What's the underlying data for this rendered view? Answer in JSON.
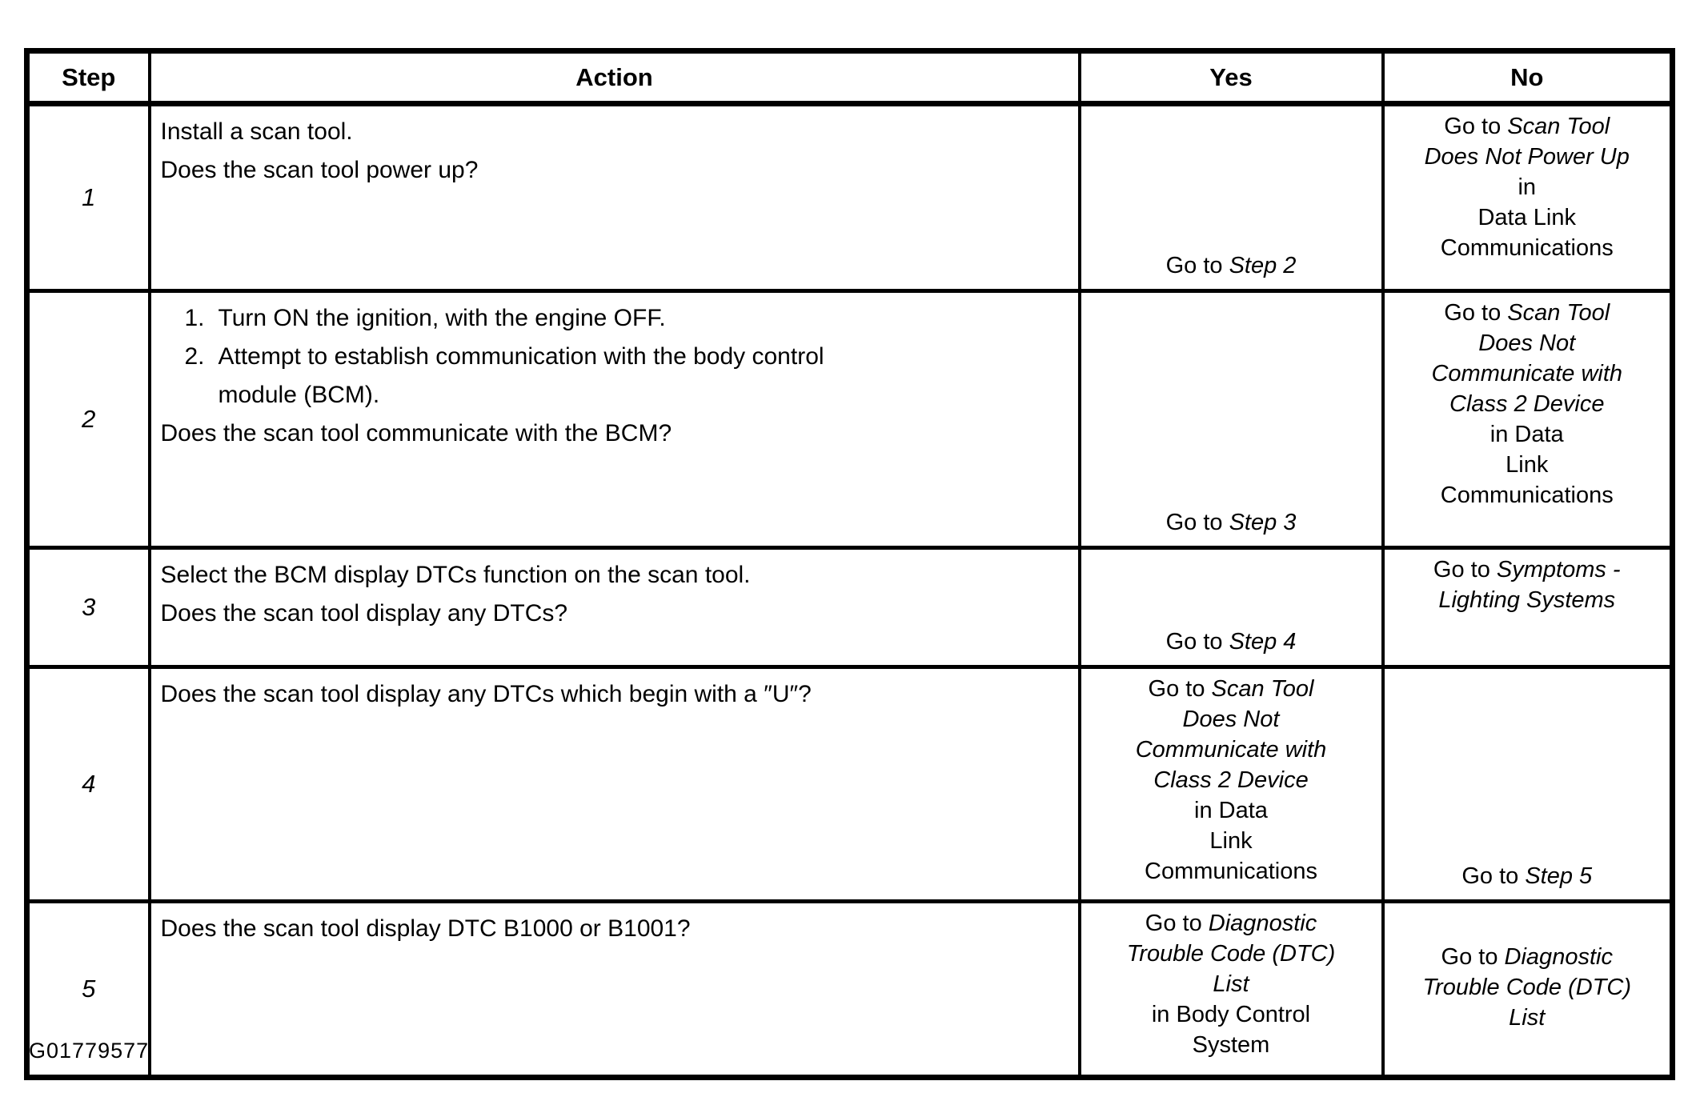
{
  "page": {
    "figure_id": "G01779577"
  },
  "table": {
    "headers": {
      "step": "Step",
      "action": "Action",
      "yes": "Yes",
      "no": "No"
    },
    "rows": [
      {
        "step": "1",
        "action": [
          "Install a scan tool.",
          "Does the scan tool power up?"
        ],
        "yes": [
          {
            "t": "Go to ",
            "i": false
          },
          {
            "t": "Step 2",
            "i": true
          }
        ],
        "no": [
          {
            "t": "Go to ",
            "i": false
          },
          {
            "t": "Scan Tool",
            "i": true,
            "br": true
          },
          {
            "t": "Does Not Power Up",
            "i": true,
            "br": true
          },
          {
            "t": "in",
            "i": false,
            "br": true
          },
          {
            "t": "Data Link",
            "i": false,
            "br": true
          },
          {
            "t": "Communications",
            "i": false
          }
        ]
      },
      {
        "step": "2",
        "action_list": [
          {
            "num": "1.",
            "text": "Turn ON the ignition, with the engine OFF."
          },
          {
            "num": "2.",
            "text": "Attempt to establish communication with the body control module (BCM)."
          }
        ],
        "action": [
          "Does the scan tool communicate with the BCM?"
        ],
        "yes": [
          {
            "t": "Go to ",
            "i": false
          },
          {
            "t": "Step 3",
            "i": true
          }
        ],
        "no": [
          {
            "t": "Go to ",
            "i": false
          },
          {
            "t": "Scan Tool",
            "i": true,
            "br": true
          },
          {
            "t": "Does Not",
            "i": true,
            "br": true
          },
          {
            "t": "Communicate with",
            "i": true,
            "br": true
          },
          {
            "t": "Class 2 Device",
            "i": true,
            "br": true
          },
          {
            "t": "in Data",
            "i": false,
            "br": true
          },
          {
            "t": "Link",
            "i": false,
            "br": true
          },
          {
            "t": "Communications",
            "i": false
          }
        ]
      },
      {
        "step": "3",
        "action": [
          "Select the BCM display DTCs function on the scan tool.",
          "Does the scan tool display any DTCs?"
        ],
        "yes": [
          {
            "t": "Go to ",
            "i": false
          },
          {
            "t": "Step 4",
            "i": true
          }
        ],
        "no": [
          {
            "t": "Go to ",
            "i": false
          },
          {
            "t": "Symptoms -",
            "i": true,
            "br": true
          },
          {
            "t": "Lighting Systems",
            "i": true
          }
        ]
      },
      {
        "step": "4",
        "action": [
          "Does the scan tool display any DTCs which begin with a ″U″?"
        ],
        "yes": [
          {
            "t": "Go to ",
            "i": false
          },
          {
            "t": "Scan Tool",
            "i": true,
            "br": true
          },
          {
            "t": "Does Not",
            "i": true,
            "br": true
          },
          {
            "t": "Communicate with",
            "i": true,
            "br": true
          },
          {
            "t": "Class 2 Device",
            "i": true,
            "br": true
          },
          {
            "t": "in Data",
            "i": false,
            "br": true
          },
          {
            "t": "Link",
            "i": false,
            "br": true
          },
          {
            "t": "Communications",
            "i": false
          }
        ],
        "no": [
          {
            "t": "Go to ",
            "i": false
          },
          {
            "t": "Step 5",
            "i": true
          }
        ]
      },
      {
        "step": "5",
        "action": [
          "Does the scan tool display DTC B1000 or B1001?"
        ],
        "yes": [
          {
            "t": "Go to ",
            "i": false
          },
          {
            "t": "Diagnostic",
            "i": true,
            "br": true
          },
          {
            "t": "Trouble Code (DTC)",
            "i": true,
            "br": true
          },
          {
            "t": "List",
            "i": true,
            "br": true
          },
          {
            "t": "in Body Control",
            "i": false,
            "br": true
          },
          {
            "t": "System",
            "i": false
          }
        ],
        "no": [
          {
            "t": "Go to ",
            "i": false
          },
          {
            "t": "Diagnostic",
            "i": true,
            "br": true
          },
          {
            "t": "Trouble Code (DTC)",
            "i": true,
            "br": true
          },
          {
            "t": "List",
            "i": true
          }
        ]
      }
    ]
  }
}
